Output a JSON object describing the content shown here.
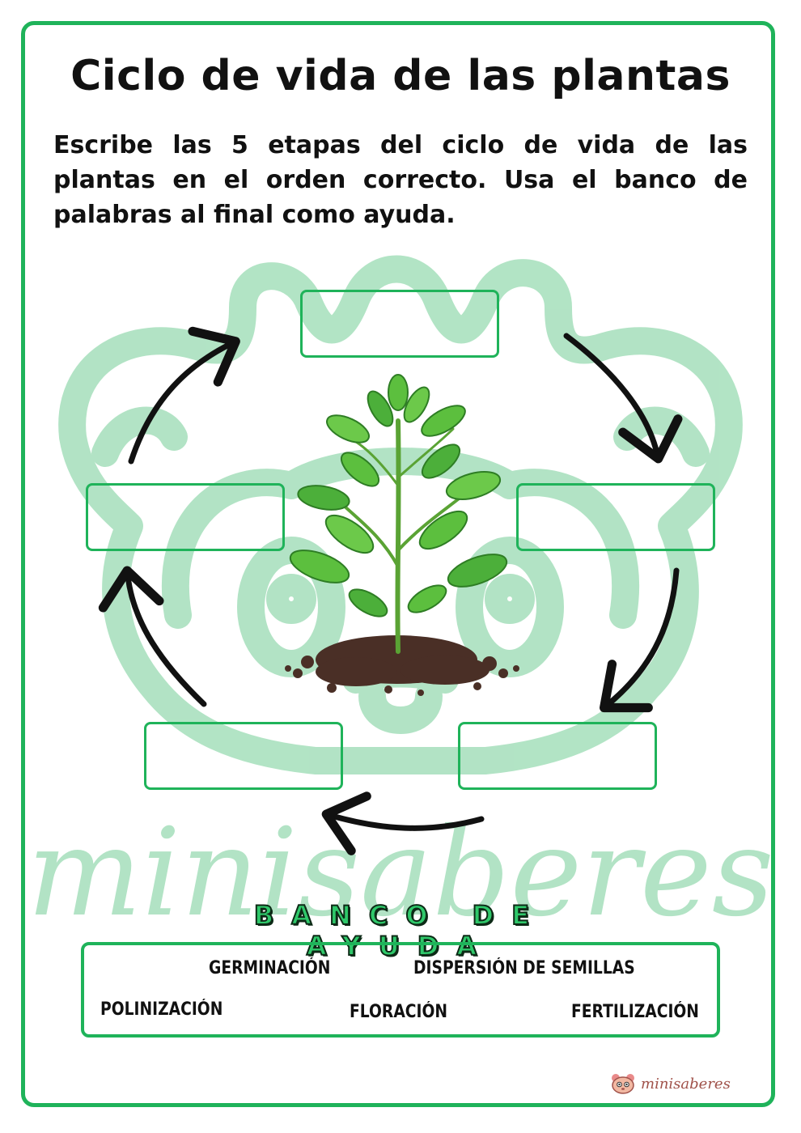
{
  "title": "Ciclo de vida de las plantas",
  "instructions": "Escribe las 5 etapas del ciclo de vida de las plantas en el orden correcto. Usa el banco de palabras al final como ayuda.",
  "watermark": {
    "text": "minisaberes",
    "color": "#9fdcb6"
  },
  "stage_boxes": [
    "",
    "",
    "",
    "",
    ""
  ],
  "word_bank": {
    "title": "BANCO DE AYUDA",
    "words": [
      "GERMINACIÓN",
      "DISPERSIÓN DE SEMILLAS",
      "POLINIZACIÓN",
      "FLORACIÓN",
      "FERTILIZACIÓN"
    ]
  },
  "footer": {
    "logo_text": "minisaberes"
  },
  "colors": {
    "accent": "#1fb35a",
    "arrow": "#111111",
    "leaf": "#4caf3a",
    "soil": "#4a2f26"
  }
}
